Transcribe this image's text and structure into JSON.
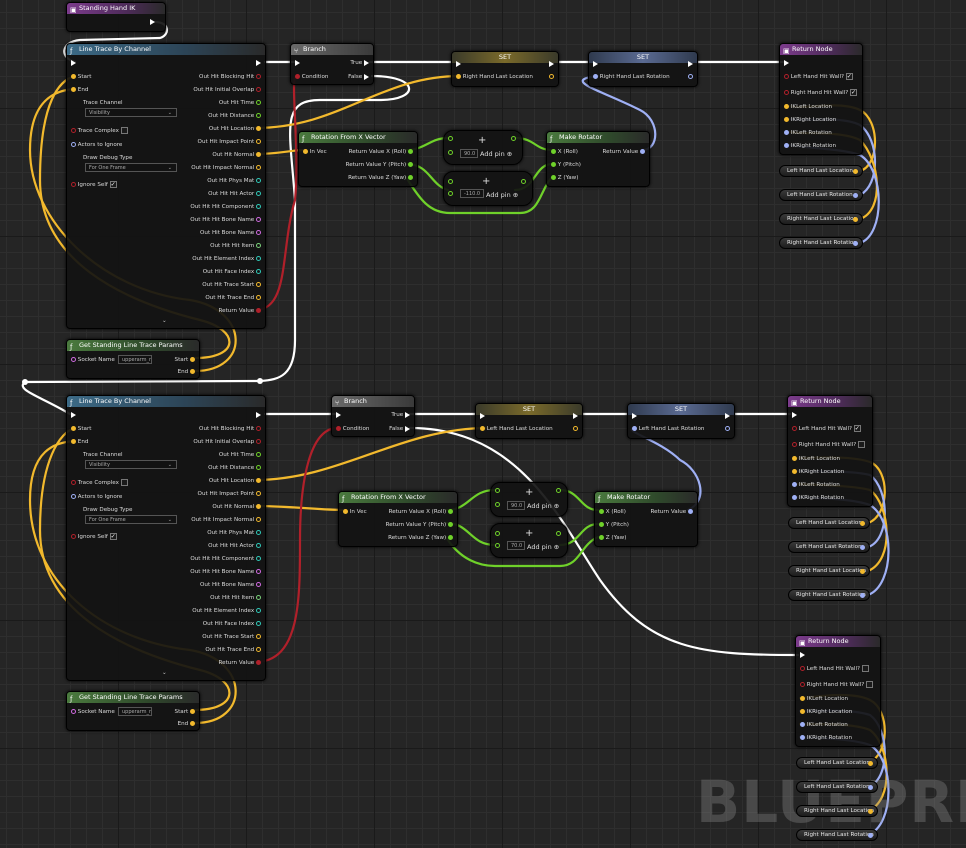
{
  "watermark": "BLUEPRINT",
  "top_node": {
    "title": "Standing Hand IK"
  },
  "line_trace": {
    "title": "Line Trace By Channel",
    "inputs": {
      "start": "Start",
      "end": "End",
      "trace_channel": "Trace Channel",
      "trace_channel_value": "Visibility",
      "trace_complex": "Trace Complex",
      "actors_to_ignore": "Actors to Ignore",
      "draw_debug_type": "Draw Debug Type",
      "draw_debug_value": "For One Frame",
      "ignore_self": "Ignore Self"
    },
    "outputs": [
      "Out Hit Blocking Hit",
      "Out Hit Initial Overlap",
      "Out Hit Time",
      "Out Hit Distance",
      "Out Hit Location",
      "Out Hit Impact Point",
      "Out Hit Normal",
      "Out Hit Impact Normal",
      "Out Hit Phys Mat",
      "Out Hit Hit Actor",
      "Out Hit Hit Component",
      "Out Hit Hit Bone Name",
      "Out Hit Bone Name",
      "Out Hit Hit Item",
      "Out Hit Element Index",
      "Out Hit Face Index",
      "Out Hit Trace Start",
      "Out Hit Trace End",
      "Return Value"
    ],
    "expand": "⌄"
  },
  "get_params": {
    "title": "Get Standing Line Trace Params",
    "socket_label": "Socket Name",
    "socket_value": "upperarm_r",
    "start": "Start",
    "end": "End"
  },
  "branch": {
    "title": "Branch",
    "condition": "Condition",
    "true": "True",
    "false": "False"
  },
  "set_label": "SET",
  "set_top_loc": "Right Hand Last Location",
  "set_top_rot": "Right Hand Last Rotation",
  "set_bot_loc": "Left Hand Last Location",
  "set_bot_rot": "Left Hand Last Rotation",
  "rot_from_x": {
    "title": "Rotation From X Vector",
    "in_vec": "In Vec",
    "x": "Return Value X (Roll)",
    "y": "Return Value Y (Pitch)",
    "z": "Return Value Z (Yaw)"
  },
  "add_pin": "Add pin",
  "add_top_1": "90.0",
  "add_top_2": "-110.0",
  "add_bot_1": "90.0",
  "add_bot_2": "70.0",
  "make_rotator": {
    "title": "Make Rotator",
    "x": "X (Roll)",
    "y": "Y (Pitch)",
    "z": "Z (Yaw)",
    "ret": "Return Value"
  },
  "return_node": {
    "title": "Return Node",
    "left_hit": "Left Hand Hit Wall?",
    "right_hit": "Right Hand Hit Wall?",
    "ik_left_loc": "IKLeft Location",
    "ik_right_loc": "IKRight Location",
    "ik_left_rot": "IKLeft Rotation",
    "ik_right_rot": "IKRight Rotation"
  },
  "vars": {
    "left_loc": "Left Hand Last Location",
    "left_rot": "Left Hand Last Rotation",
    "right_loc": "Right Hand Last Location",
    "right_rot": "Right Hand Last Rotation"
  },
  "colors": {
    "vector": "#f2b92d",
    "bool": "#b0202a",
    "float": "#6fd12a",
    "rotator": "#9fb0f5",
    "struct": "#30c9b8",
    "name": "#d06be0",
    "exec": "#ffffff"
  }
}
